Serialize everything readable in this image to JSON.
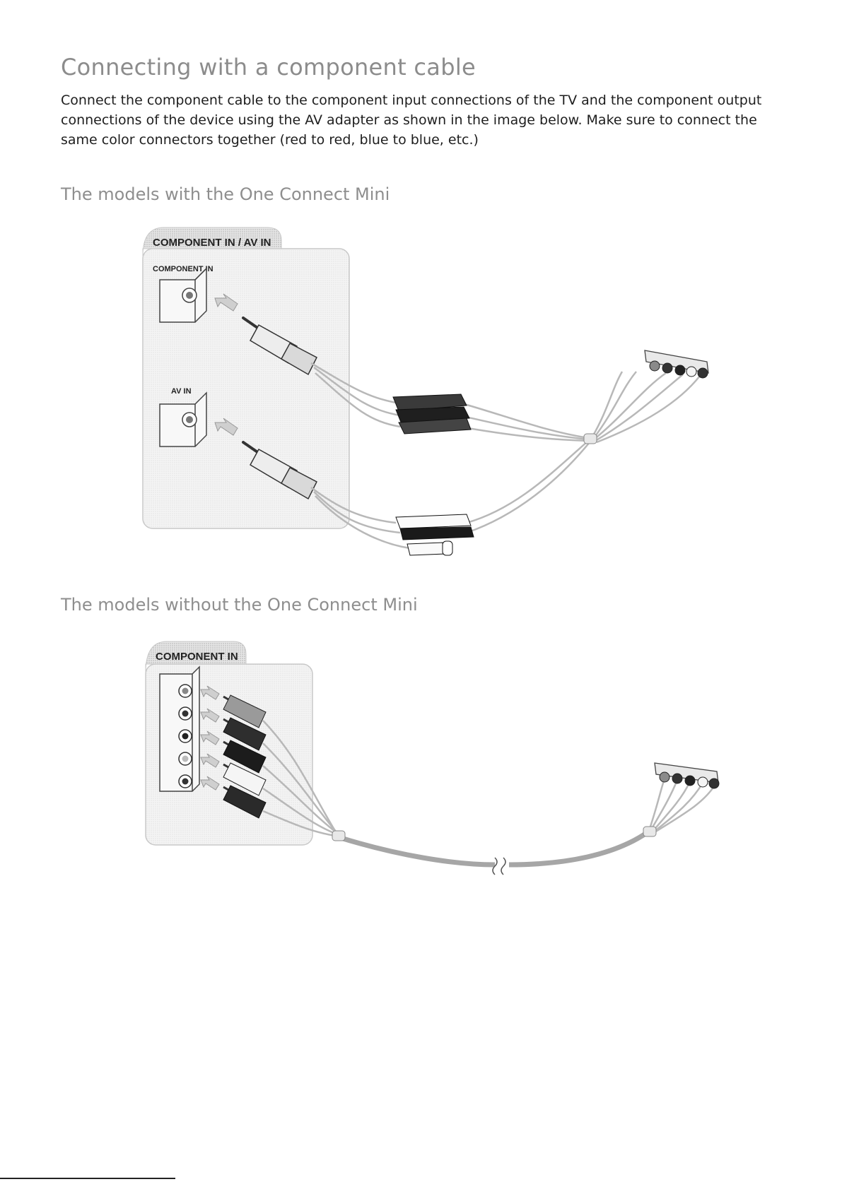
{
  "page": {
    "title": "Connecting with a component cable",
    "intro": "Connect the component cable to the component input connections of the TV and the component output connections of the device using the AV adapter as shown in the image below. Make sure to connect the same color connectors together (red to red, blue to blue, etc.)"
  },
  "sections": [
    {
      "heading": "The models with the One Connect Mini",
      "panel_label": "COMPONENT IN / AV IN",
      "ports": [
        "COMPONENT IN",
        "AV IN"
      ]
    },
    {
      "heading": "The models without the One Connect Mini",
      "panel_label": "COMPONENT IN"
    }
  ],
  "colors": {
    "panel_fill": "#f2f2f2",
    "panel_border": "#bdbdbd",
    "cable": "#b8b8b8",
    "heading_gray": "#8c8c8c"
  },
  "icons": [
    "arrow-left-icon",
    "jack-plug-icon",
    "rca-plug-icon",
    "rca-socket-icon",
    "device-connector-icon",
    "cable-break-icon"
  ]
}
